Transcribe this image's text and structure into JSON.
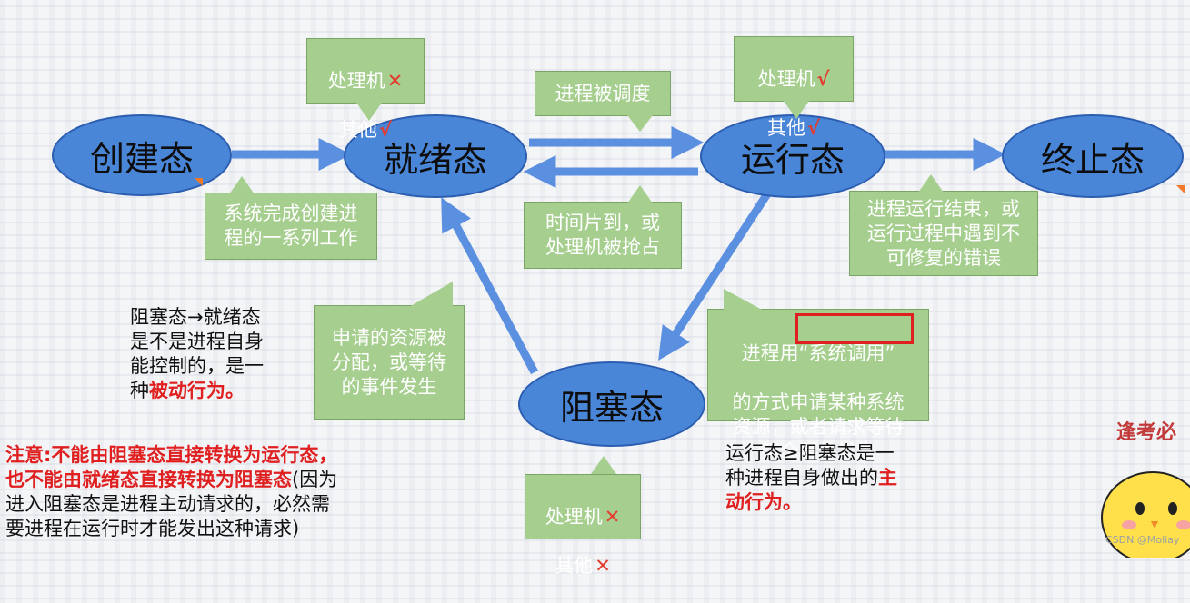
{
  "states": {
    "created": "创建态",
    "ready": "就绪态",
    "running": "运行态",
    "terminated": "终止态",
    "blocked": "阻塞态"
  },
  "callouts": {
    "ready_resources": {
      "processor": "处理机",
      "processor_mark": "✕",
      "other": "其他",
      "other_mark": "√"
    },
    "running_resources": {
      "processor": "处理机",
      "processor_mark": "√",
      "other": "其他",
      "other_mark": "√"
    },
    "blocked_resources": {
      "processor": "处理机",
      "processor_mark": "✕",
      "other": "其他",
      "other_mark": "✕"
    },
    "scheduled": "进程被调度",
    "creation_done": "系统完成创建进\n程的一系列工作",
    "timeslice": "时间片到，或\n处理机被抢占",
    "termination": "进程运行结束，或\n运行过程中遇到不\n可修复的错误",
    "resource_assigned": "申请的资源被\n分配，或等待\n的事件发生",
    "syscall_line1_a": "进程用",
    "syscall_highlight": "“系统调用”",
    "syscall_rest": "的方式申请某种系统\n资源，或者请求等待\n某个事件发生"
  },
  "notes": {
    "blocked_to_ready_plain": "阻塞态→就绪态\n是不是进程自身\n能控制的，是一\n种",
    "blocked_to_ready_red": "被动行为。",
    "attention_red": "注意:不能由阻塞态直接转换为运行态，\n也不能由就绪态直接转换为阻塞态",
    "attention_plain": "(因为\n进入阻塞态是进程主动请求的，必然需\n要进程在运行时才能发出这种请求)",
    "running_to_blocked_plain": "运行态≥阻塞态是一\n种进程自身做出的",
    "running_to_blocked_red1": "主",
    "running_to_blocked_red2": "动行为。"
  },
  "mascot": {
    "text": "逢考必"
  },
  "watermark": "CSDN @Moliay",
  "colors": {
    "state_fill": "#4a86d8",
    "callout_fill": "#a6cf8f",
    "arrow": "#5b8fe0",
    "accent_red": "#e02020"
  }
}
